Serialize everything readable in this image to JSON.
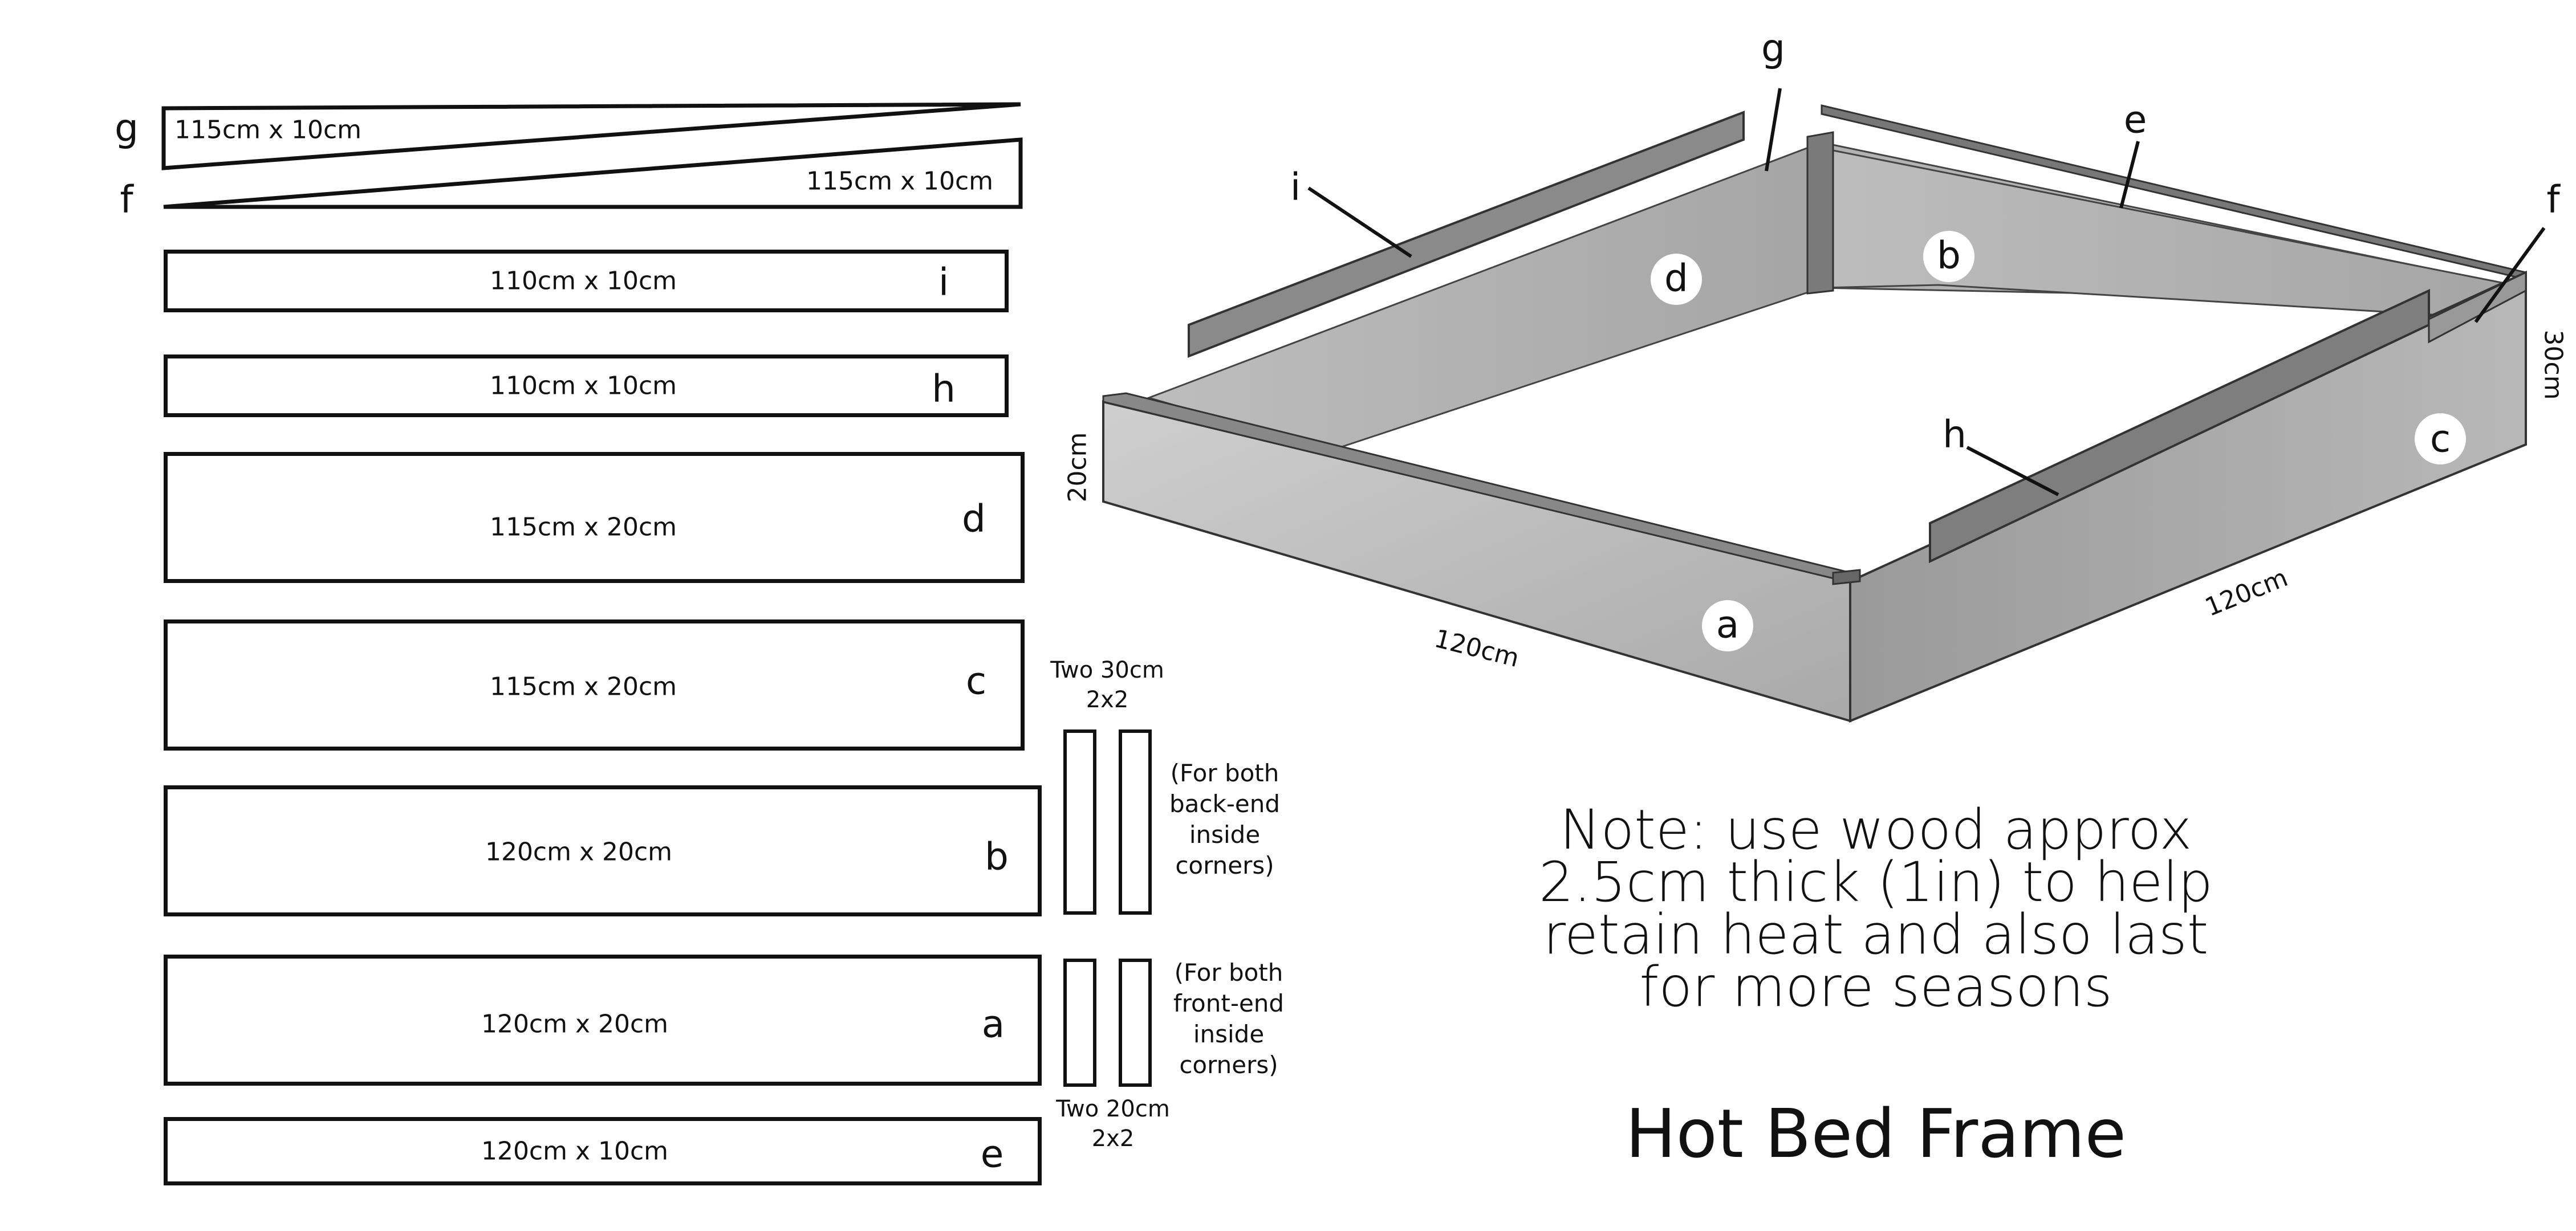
{
  "pieces": [
    {
      "letter": "g",
      "size": "115cm x 10cm"
    },
    {
      "letter": "f",
      "size": "115cm x 10cm"
    },
    {
      "letter": "i",
      "size": "110cm x 10cm"
    },
    {
      "letter": "h",
      "size": "110cm x 10cm"
    },
    {
      "letter": "d",
      "size": "115cm x 20cm"
    },
    {
      "letter": "c",
      "size": "115cm x 20cm"
    },
    {
      "letter": "b",
      "size": "120cm x 20cm"
    },
    {
      "letter": "a",
      "size": "120cm x 20cm"
    },
    {
      "letter": "e",
      "size": "120cm x 10cm"
    }
  ],
  "posts": {
    "top_caption": [
      "Two 30cm",
      "2x2"
    ],
    "top_note": [
      "(For both",
      "back-end",
      "inside",
      "corners)"
    ],
    "bottom_note": [
      "(For both",
      "front-end",
      "inside",
      "corners)"
    ],
    "bottom_caption": [
      "Two 20cm",
      "2x2"
    ]
  },
  "frame": {
    "labels": [
      "a",
      "b",
      "c",
      "d",
      "e",
      "f",
      "g",
      "h",
      "i"
    ],
    "dims": {
      "front": "120cm",
      "side": "120cm",
      "front_height": "20cm",
      "back_height": "30cm"
    }
  },
  "note": [
    "Note: use wood approx",
    "2.5cm thick (1in) to help",
    "retain heat and also last",
    "for more seasons"
  ],
  "title": "Hot Bed Frame"
}
